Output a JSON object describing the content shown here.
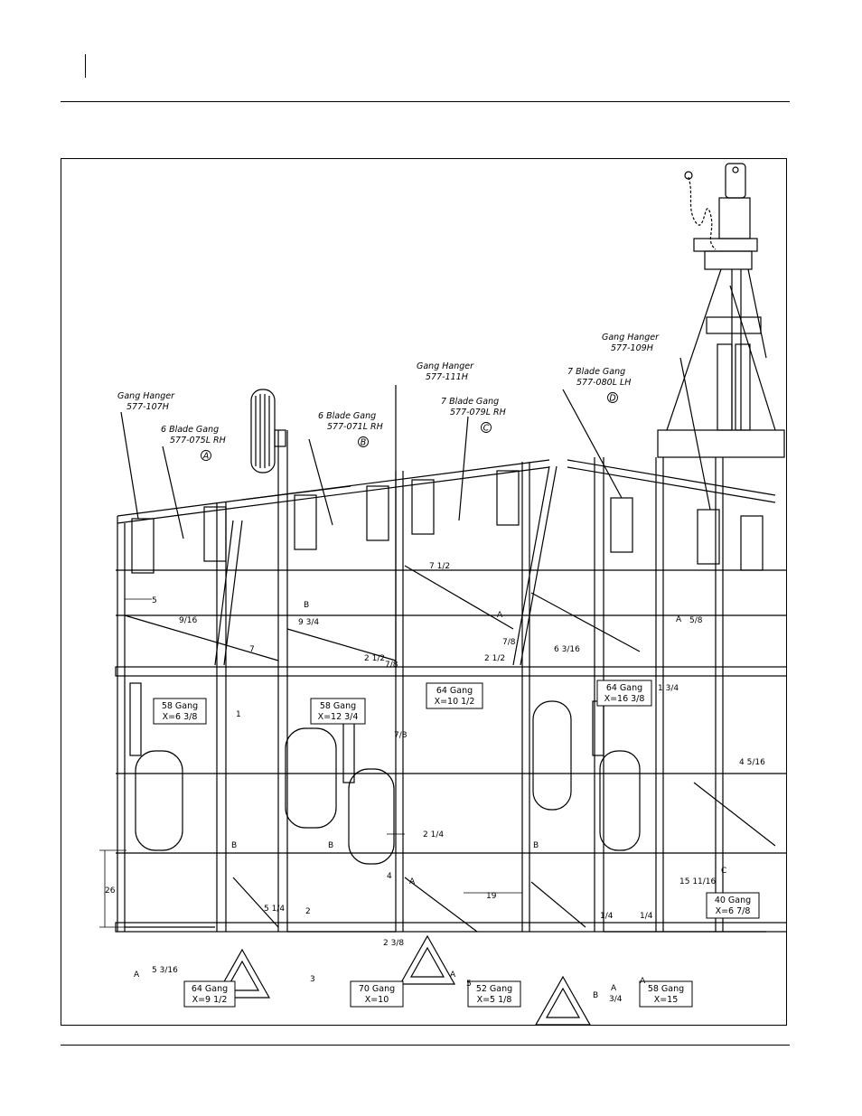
{
  "callouts": [
    {
      "id": "hanger-107",
      "title": "Gang Hanger",
      "part": "577-107H",
      "letter": ""
    },
    {
      "id": "gang-a",
      "title": "6 Blade Gang",
      "part": "577-075L RH",
      "letter": "A"
    },
    {
      "id": "gang-b",
      "title": "6 Blade Gang",
      "part": "577-071L RH",
      "letter": "B"
    },
    {
      "id": "hanger-111",
      "title": "Gang Hanger",
      "part": "577-111H",
      "letter": ""
    },
    {
      "id": "gang-c",
      "title": "7 Blade Gang",
      "part": "577-079L RH",
      "letter": "C"
    },
    {
      "id": "gang-d",
      "title": "7 Blade Gang",
      "part": "577-080L LH",
      "letter": "D"
    },
    {
      "id": "hanger-109",
      "title": "Gang Hanger",
      "part": "577-109H",
      "letter": ""
    }
  ],
  "gang_boxes": [
    {
      "gang": "58 Gang",
      "x": "X=6 3/8"
    },
    {
      "gang": "58 Gang",
      "x": "X=12 3/4"
    },
    {
      "gang": "64 Gang",
      "x": "X=10 1/2"
    },
    {
      "gang": "64 Gang",
      "x": "X=16 3/8"
    },
    {
      "gang": "40 Gang",
      "x": "X=6 7/8"
    },
    {
      "gang": "64 Gang",
      "x": "X=9 1/2"
    },
    {
      "gang": "70 Gang",
      "x": "X=10"
    },
    {
      "gang": "52 Gang",
      "x": "X=5 1/8"
    },
    {
      "gang": "58 Gang",
      "x": "X=15"
    }
  ],
  "dimensions": [
    "5",
    "9/16",
    "7",
    "1",
    "B",
    "9 3/4",
    "2 1/2",
    "7/8",
    "7 1/2",
    "2 1/2",
    "A",
    "7/8",
    "6 3/16",
    "5/8",
    "A",
    "1 3/4",
    "4 5/16",
    "2 1/4",
    "26",
    "B",
    "B",
    "B",
    "4",
    "A",
    "19",
    "5 1/4",
    "2",
    "1/4",
    "1/4",
    "15 11/16",
    "C",
    "5 3/16",
    "A",
    "3",
    "5",
    "2 3/8",
    "A",
    "A",
    "B",
    "3/4",
    "A",
    "7/8"
  ]
}
